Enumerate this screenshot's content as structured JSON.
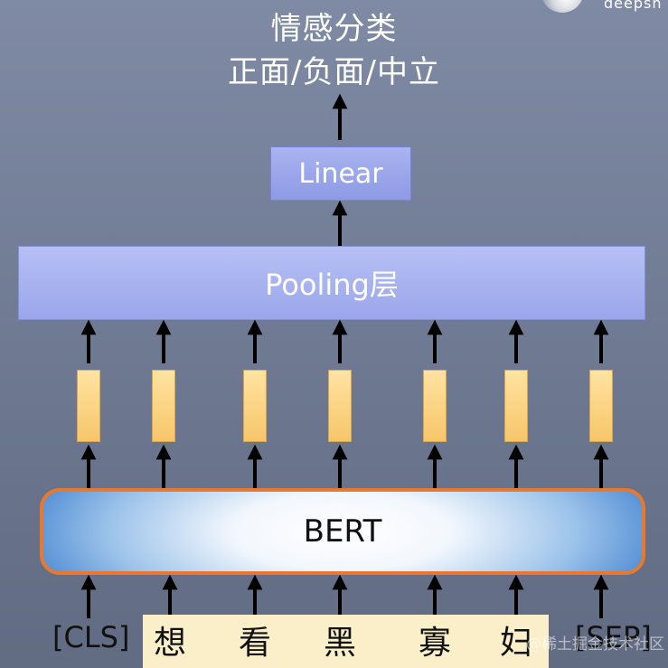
{
  "header": {
    "title_line1": "情感分类",
    "title_line2": "正面/负面/中立"
  },
  "logo": {
    "text": "deepsh"
  },
  "linear_layer": {
    "label": "Linear"
  },
  "pooling_layer": {
    "label": "Pooling层"
  },
  "bert": {
    "label": "BERT"
  },
  "tokens": {
    "cls": "[CLS]",
    "sep": "[SEP]",
    "t1": "想",
    "t2": "看",
    "t3": "黑",
    "t4": "寡",
    "t5": "妇"
  },
  "watermark": {
    "text": "@稀土掘金技术社区"
  },
  "colors": {
    "background": "#6f7a93",
    "linear_fill": "#9ea9ec",
    "pooling_fill": "#aab4f0",
    "bert_border": "#e8792c",
    "bert_edge": "#5a93d6",
    "vector_fill": "#f7c66a",
    "input_strip": "#fbefc9",
    "arrow": "#000000"
  }
}
